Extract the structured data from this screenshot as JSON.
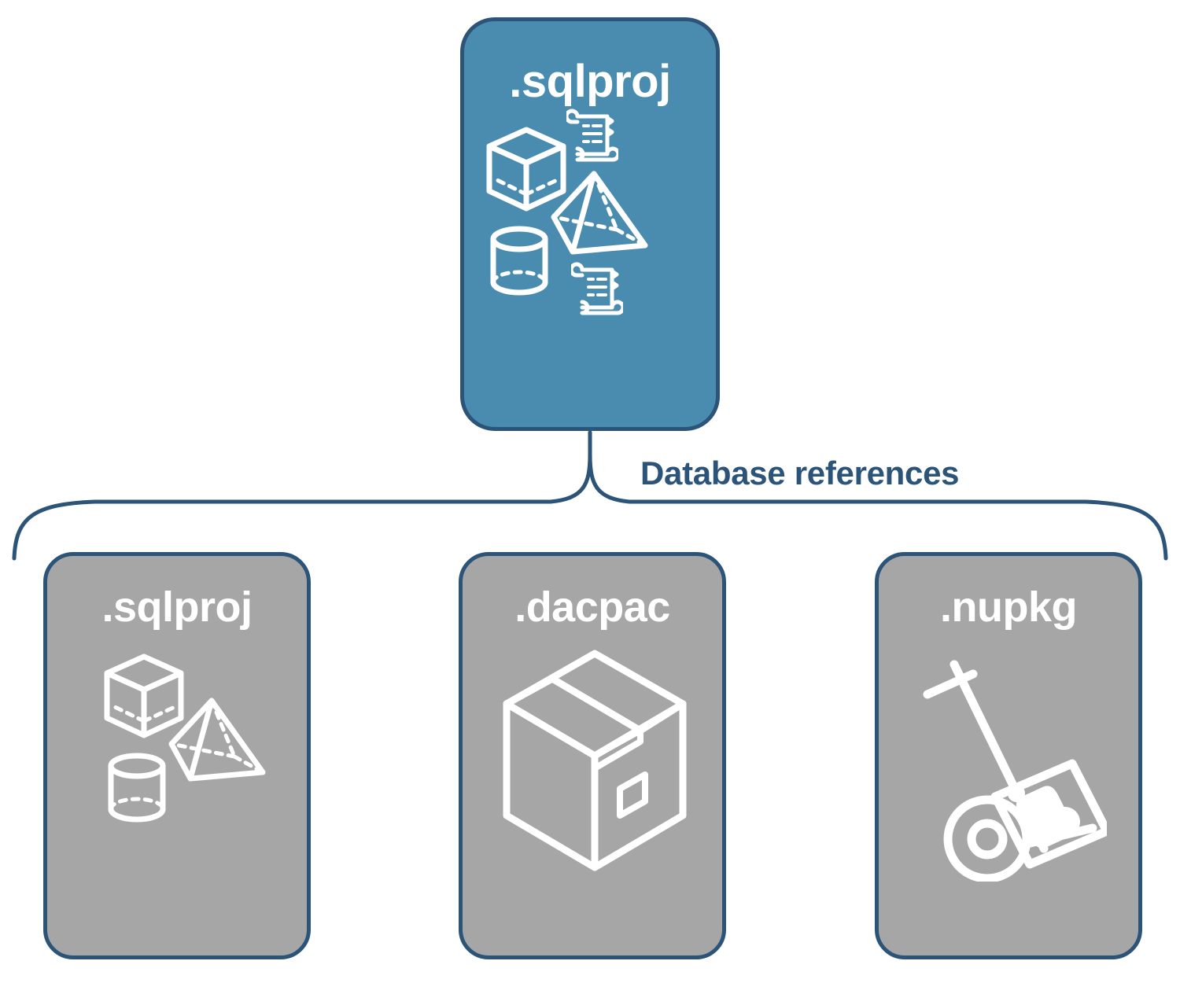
{
  "diagram": {
    "title": "Database references",
    "colors": {
      "accent_blue": "#4A8CAF",
      "border_navy": "#2C5378",
      "node_gray": "#A6A6A6",
      "icon_white": "#FFFFFF",
      "label_text": "#2C5378",
      "background": "#FFFFFF"
    }
  },
  "root_node": {
    "label": ".sqlproj",
    "fill": "blue",
    "icons": [
      "cube-wireframe-icon",
      "pyramid-wireframe-icon",
      "cylinder-wireframe-icon",
      "scroll-script-icon",
      "scroll-script-icon"
    ]
  },
  "connector": {
    "label": "Database references",
    "style": "curly-brace",
    "children_count": 3
  },
  "child_nodes": [
    {
      "label": ".sqlproj",
      "fill": "gray",
      "icons": [
        "cube-wireframe-icon",
        "pyramid-wireframe-icon",
        "cylinder-wireframe-icon"
      ]
    },
    {
      "label": ".dacpac",
      "fill": "gray",
      "icons": [
        "shipping-box-icon"
      ]
    },
    {
      "label": ".nupkg",
      "fill": "gray",
      "icons": [
        "hand-truck-package-icon"
      ]
    }
  ]
}
